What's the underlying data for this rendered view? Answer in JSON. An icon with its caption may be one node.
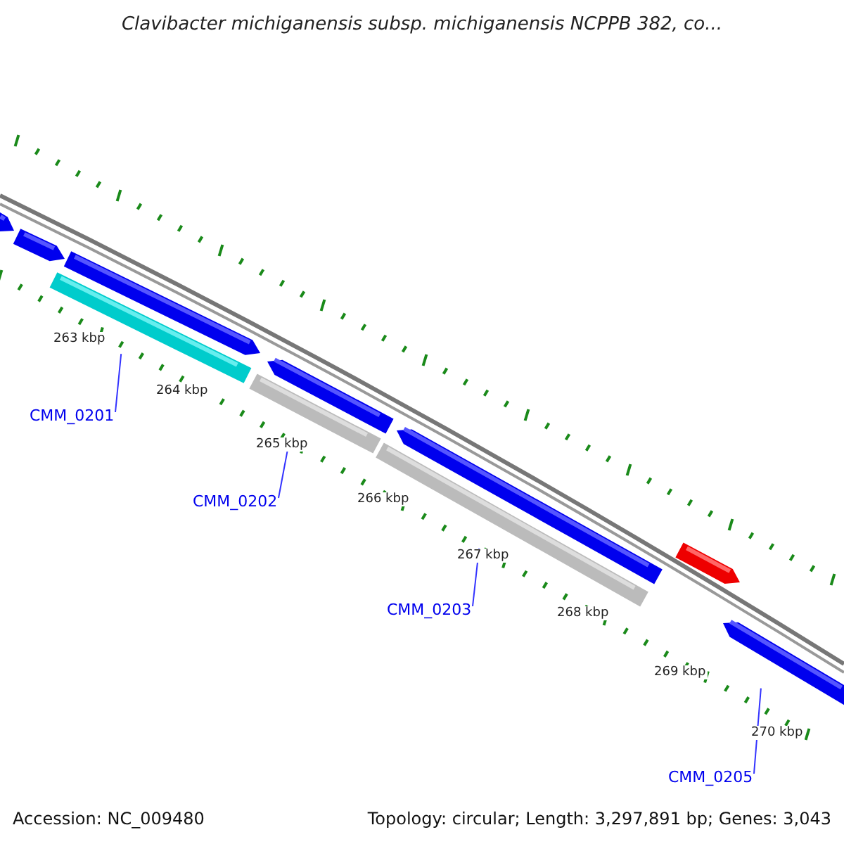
{
  "diagram": {
    "title": "Clavibacter michiganensis subsp. michiganensis NCPPB 382, co...",
    "nodes": [
      {
        "text": [
          "CMM_0201"
        ]
      },
      {
        "text": [],
        "shape": "bar"
      },
      {
        "text": [
          "CMM_0202"
        ]
      },
      {
        "text": [],
        "shape": "bar"
      },
      {
        "text": [
          "CMM_0203"
        ]
      },
      {
        "text": [],
        "shape": "bar"
      },
      {
        "text": [
          "CMM_0205"
        ]
      },
      {
        "text": [],
        "shape": "bar"
      }
    ],
    "edges": [
      {
        "from": 0,
        "to": 1,
        "arrow": "none"
      },
      {
        "from": 2,
        "to": 3,
        "arrow": "none"
      },
      {
        "from": 4,
        "to": 5,
        "arrow": "none"
      },
      {
        "from": 6,
        "to": 7,
        "arrow": "none"
      }
    ],
    "labels": [
      "263 kbp",
      "264 kbp",
      "265 kbp",
      "266 kbp",
      "267 kbp",
      "268 kbp",
      "269 kbp",
      "270 kbp",
      "Accession: NC_009480",
      "Topology: circular; Length: 3,297,891 bp; Genes: 3,043"
    ]
  }
}
